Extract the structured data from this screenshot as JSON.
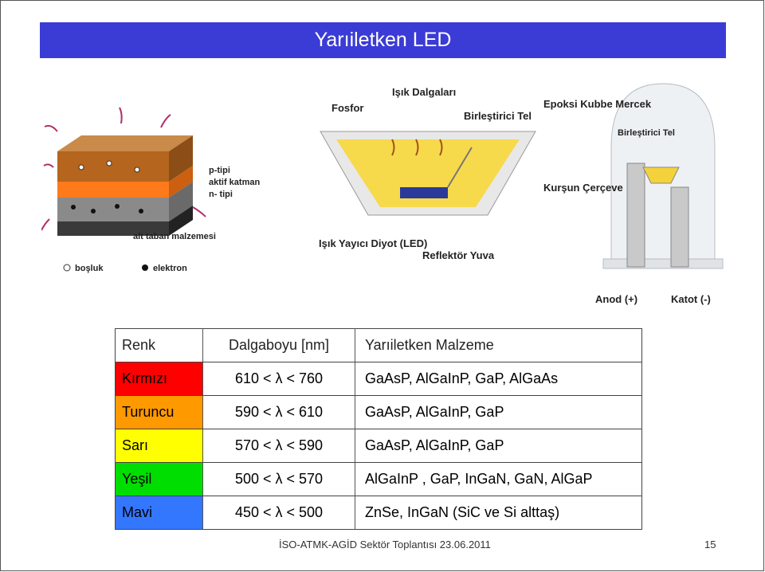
{
  "slide": {
    "title": "Yarıiletken LED",
    "footer": "İSO-ATMK-AGİD Sektör Toplantısı   23.06.2011",
    "page_number": "15"
  },
  "figure": {
    "labels": {
      "p_type": "p-tipi",
      "active_layer": "aktif katman",
      "n_type": "n- tipi",
      "substrate": "alt taban malzemesi",
      "hole": "boşluk",
      "electron": "elektron",
      "phosphor": "Fosfor",
      "light_waves": "Işık Dalgaları",
      "bond_wire": "Birleştirici Tel",
      "led_diode": "Işık Yayıcı Diyot (LED)",
      "reflector": "Reflektör Yuva",
      "epoxy_lens": "Epoksi Kubbe Mercek",
      "bond_wire_2": "Birleştirici Tel",
      "lead_frame": "Kurşun Çerçeve",
      "anode": "Anod (+)",
      "cathode": "Katot (-)"
    },
    "colors": {
      "p_layer": "#b5651d",
      "active": "#ff7a1a",
      "n_layer": "#8a8a8a",
      "substrate": "#3a3a3a",
      "emitter_glow": "#f7d94c"
    }
  },
  "table": {
    "headers": [
      "Renk",
      "Dalgaboyu [nm]",
      "Yarıiletken Malzeme"
    ],
    "rows": [
      {
        "color": "Kırmızı",
        "bg": "#ff0000",
        "range": "610 < λ < 760",
        "material": "GaAsP, AlGaInP, GaP, AlGaAs"
      },
      {
        "color": "Turuncu",
        "bg": "#ff9900",
        "range": "590 < λ < 610",
        "material": "GaAsP, AlGaInP, GaP"
      },
      {
        "color": "Sarı",
        "bg": "#ffff00",
        "range": "570 < λ < 590",
        "material": "GaAsP, AlGaInP, GaP"
      },
      {
        "color": "Yeşil",
        "bg": "#00dd00",
        "range": "500 < λ < 570",
        "material": "AlGaInP , GaP, InGaN, GaN, AlGaP"
      },
      {
        "color": "Mavi",
        "bg": "#3377ff",
        "range": "450 < λ < 500",
        "material": "ZnSe, InGaN (SiC ve Si alttaş)"
      }
    ]
  }
}
